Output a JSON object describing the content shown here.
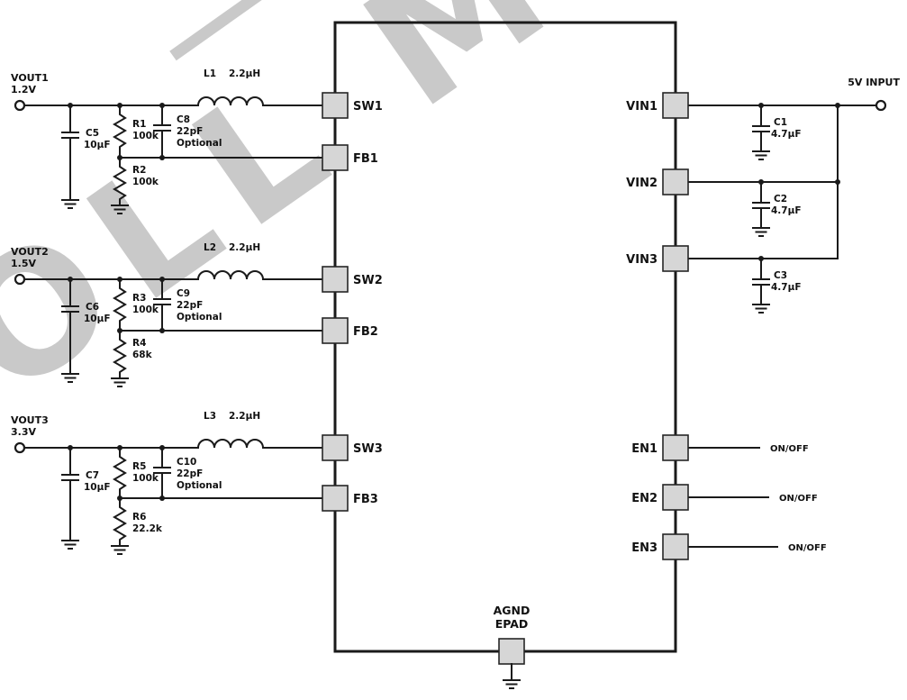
{
  "colors": {
    "background": "#ffffff",
    "line": "#1a1a1a",
    "pin_fill": "#d6d6d6",
    "pin_stroke": "#262626",
    "text": "#111111",
    "watermark": "#c9c9c9"
  },
  "watermark": {
    "text": "OLL Mic"
  },
  "ic": {
    "pins": {
      "sw1": "SW1",
      "fb1": "FB1",
      "sw2": "SW2",
      "fb2": "FB2",
      "sw3": "SW3",
      "fb3": "FB3",
      "vin1": "VIN1",
      "vin2": "VIN2",
      "vin3": "VIN3",
      "en1": "EN1",
      "en2": "EN2",
      "en3": "EN3",
      "agnd_line1": "AGND",
      "agnd_line2": "EPAD"
    }
  },
  "outputs": [
    {
      "terminal": "VOUT1",
      "voltage": "1.2V",
      "ind_ref": "L1",
      "ind_value": "2.2µH",
      "cout_ref": "C5",
      "cout_value": "10µF",
      "rtop_ref": "R1",
      "rtop_value": "100k",
      "rbot_ref": "R2",
      "rbot_value": "100k",
      "cff_ref": "C8",
      "cff_value": "22pF",
      "cff_note": "Optional"
    },
    {
      "terminal": "VOUT2",
      "voltage": "1.5V",
      "ind_ref": "L2",
      "ind_value": "2.2µH",
      "cout_ref": "C6",
      "cout_value": "10µF",
      "rtop_ref": "R3",
      "rtop_value": "100k",
      "rbot_ref": "R4",
      "rbot_value": "68k",
      "cff_ref": "C9",
      "cff_value": "22pF",
      "cff_note": "Optional"
    },
    {
      "terminal": "VOUT3",
      "voltage": "3.3V",
      "ind_ref": "L3",
      "ind_value": "2.2µH",
      "cout_ref": "C7",
      "cout_value": "10µF",
      "rtop_ref": "R5",
      "rtop_value": "100k",
      "rbot_ref": "R6",
      "rbot_value": "22.2k",
      "cff_ref": "C10",
      "cff_value": "22pF",
      "cff_note": "Optional"
    }
  ],
  "input": {
    "terminal": "5V INPUT",
    "caps": [
      {
        "ref": "C1",
        "value": "4.7µF"
      },
      {
        "ref": "C2",
        "value": "4.7µF"
      },
      {
        "ref": "C3",
        "value": "4.7µF"
      }
    ]
  },
  "enables": [
    "ON/OFF",
    "ON/OFF",
    "ON/OFF"
  ]
}
